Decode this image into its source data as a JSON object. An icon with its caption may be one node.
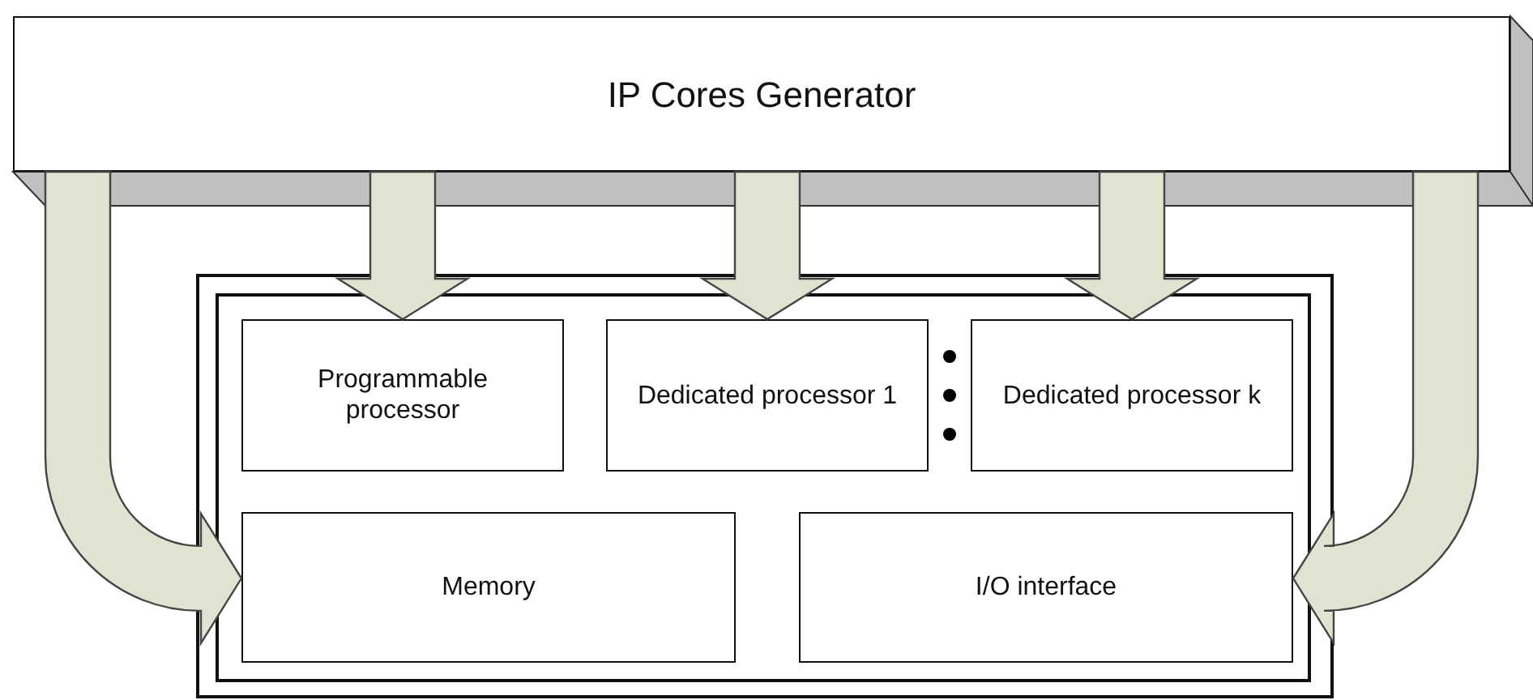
{
  "diagram": {
    "nodes": [
      {
        "text": [
          "IP Cores Generator"
        ]
      },
      {
        "text": [],
        "shape": "box"
      },
      {
        "text": [
          "Programmable processor"
        ],
        "in": 1
      },
      {
        "text": [
          "Dedicated processor 1"
        ],
        "in": 1
      },
      {
        "text": [
          "Dedicated processor k"
        ],
        "in": 1
      },
      {
        "text": [
          "Memory"
        ],
        "in": 1
      },
      {
        "text": [
          "I/O interface"
        ],
        "in": 1
      }
    ],
    "edges": [
      {
        "from": 0,
        "to": 5,
        "arrow": "to"
      },
      {
        "from": 0,
        "to": 2,
        "arrow": "to"
      },
      {
        "from": 0,
        "to": 3,
        "arrow": "to"
      },
      {
        "from": 0,
        "to": 4,
        "arrow": "to"
      },
      {
        "from": 0,
        "to": 6,
        "arrow": "to"
      }
    ]
  }
}
